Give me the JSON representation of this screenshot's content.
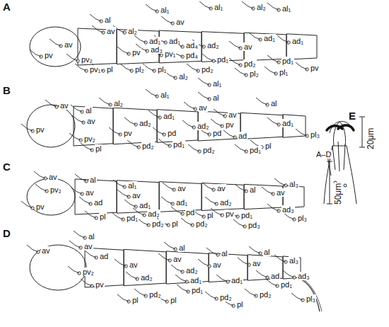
{
  "diagram": {
    "labels": [
      "A",
      "al",
      "av",
      "av",
      "pv",
      "pv₂",
      "pv₁",
      "pl",
      "al₂",
      "pv",
      "ad₁",
      "ad₃",
      "pl₂",
      "pl₁",
      "al₁",
      "av",
      "ad₁",
      "pv₁",
      "ad₄",
      "pd₄",
      "al₂",
      "al₁",
      "ad₂",
      "pd₁",
      "pd₂",
      "al₁",
      "al₂",
      "av",
      "ad₁",
      "pd₂",
      "pl₂",
      "al₁",
      "ad₁",
      "pd₁",
      "pl₁",
      "pv",
      "B",
      "av",
      "pv",
      "al",
      "av",
      "pv₂",
      "pl",
      "al₂",
      "pv",
      "ad₂",
      "pd₂",
      "al₁",
      "ad₁",
      "pd",
      "pd₁",
      "av",
      "al",
      "ad₂",
      "pd",
      "pd₂",
      "av",
      "pv",
      "ad",
      "pd₁",
      "pl",
      "al",
      "ad₁",
      "pl₃",
      "C",
      "av",
      "pv₂",
      "pv",
      "al",
      "av",
      "ad",
      "pl",
      "al₁",
      "av",
      "ad₁",
      "ad₂",
      "pd₁",
      "pd₂",
      "av",
      "ad₁",
      "pd",
      "pl",
      "pd₂",
      "av",
      "ad₂",
      "pv",
      "pl",
      "pd₁",
      "pd₃",
      "al",
      "av",
      "al₃",
      "ad₃",
      "pl₃",
      "D",
      "av",
      "al",
      "av",
      "ad",
      "pv₂",
      "pv",
      "av",
      "ad₂",
      "pl",
      "pd₂",
      "al",
      "av",
      "ad₂",
      "ad₁",
      "pd₁",
      "pl",
      "al",
      "av",
      "ad₁",
      "pd₂",
      "pl",
      "av",
      "al",
      "ad",
      "pd₁",
      "pd₂",
      "al₃",
      "ad₃",
      "pl₃",
      "A–D",
      "50μm",
      "E",
      "20μm"
    ]
  }
}
